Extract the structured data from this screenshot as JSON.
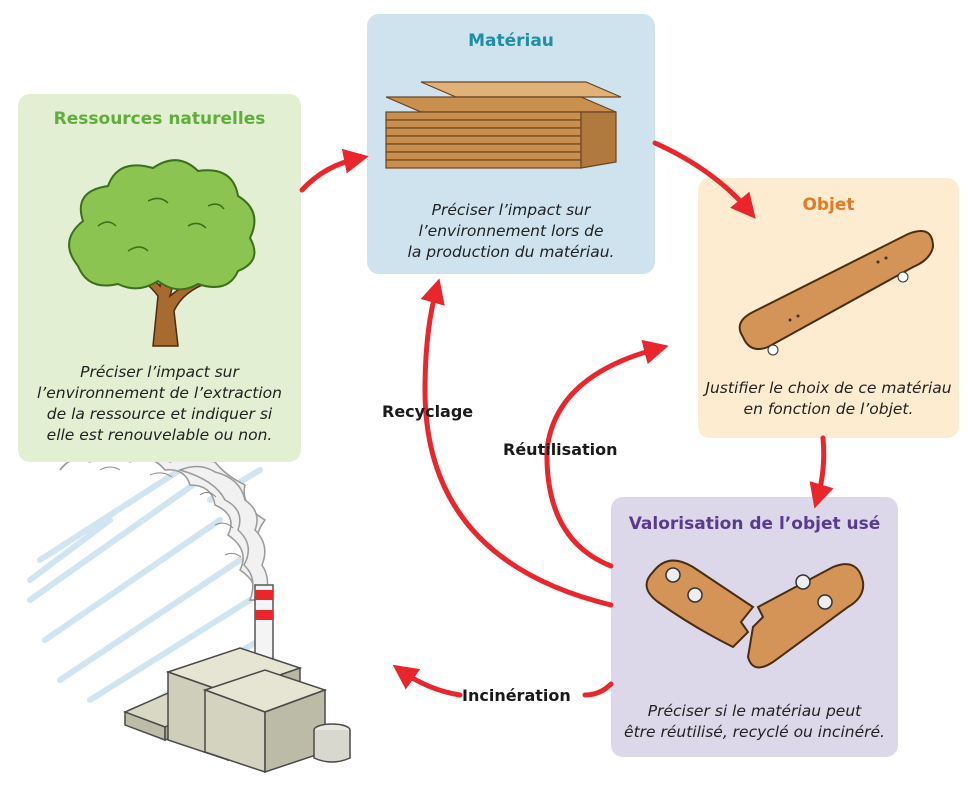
{
  "boxes": {
    "ressources": {
      "title": "Ressources naturelles",
      "desc": [
        "Préciser l’impact sur",
        "l’environnement de l’extraction",
        "de la ressource et indiquer si",
        "elle est renouvelable ou non."
      ],
      "bg": "#e2efd3",
      "title_color": "#5fae3a"
    },
    "materiau": {
      "title": "Matériau",
      "desc": [
        "Préciser l’impact sur",
        "l’environnement lors de",
        "la production du matériau."
      ],
      "bg": "#cfe3ef",
      "title_color": "#1d8fa3"
    },
    "objet": {
      "title": "Objet",
      "desc": [
        "Justifier le choix de ce matériau",
        "en fonction de l’objet."
      ],
      "bg": "#fdeccf",
      "title_color": "#e47a24"
    },
    "valorisation": {
      "title": "Valorisation de l’objet usé",
      "desc": [
        "Préciser si le matériau peut",
        "être réutilisé, recyclé ou incinéré."
      ],
      "bg": "#dcd8ea",
      "title_color": "#5b3a8e"
    }
  },
  "flows": {
    "recyclage": "Recyclage",
    "reutilisation": "Réutilisation",
    "incineration": "Incinération"
  },
  "colors": {
    "arrow": "#e8262b"
  },
  "icons": [
    "tree-icon",
    "wood-planks-icon",
    "skateboard-icon",
    "broken-skateboard-icon",
    "factory-smoke-icon"
  ]
}
